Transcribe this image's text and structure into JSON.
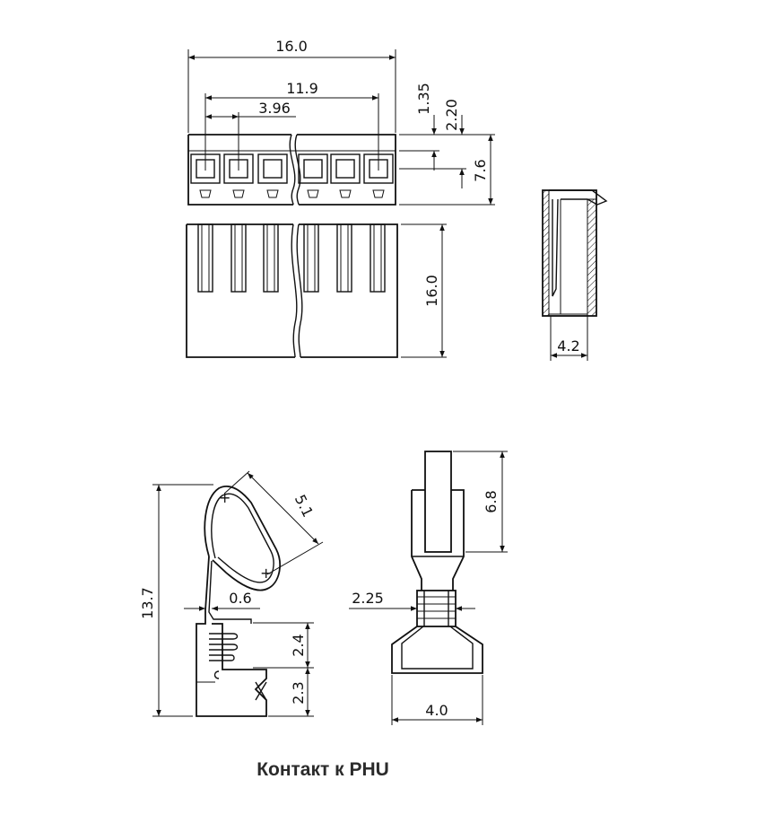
{
  "connector_front": {
    "width_label": "16.0",
    "span_label": "11.9",
    "pitch_label": "3.96",
    "gap_top_label": "1.35",
    "gap_mid_label": "2.20",
    "top_height_label": "7.6",
    "body_height_label": "16.0"
  },
  "connector_side": {
    "depth_label": "4.2"
  },
  "contact_side": {
    "length_label": "13.7",
    "spring_label": "5.1",
    "thickness_label": "0.6",
    "crimp_upper_label": "2.4",
    "crimp_lower_label": "2.3"
  },
  "contact_front": {
    "pin_label": "6.8",
    "neck_label": "2.25",
    "base_label": "4.0"
  },
  "caption": "Контакт к PHU",
  "colors": {
    "line": "#111111",
    "caption": "#2b2b2b",
    "background": "#ffffff"
  }
}
